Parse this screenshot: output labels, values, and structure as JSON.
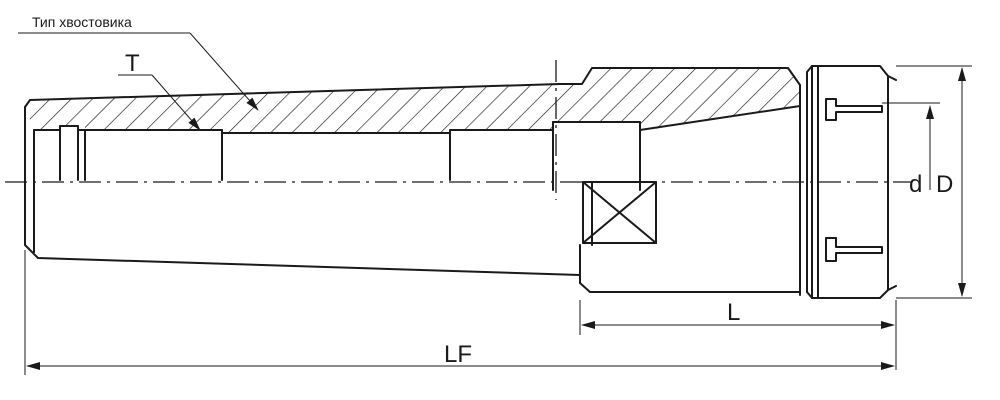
{
  "labels": {
    "shank_type": "Тип хвостовика",
    "thread": "T",
    "inner_d": "d",
    "outer_d": "D",
    "length_l": "L",
    "length_lf": "LF"
  }
}
